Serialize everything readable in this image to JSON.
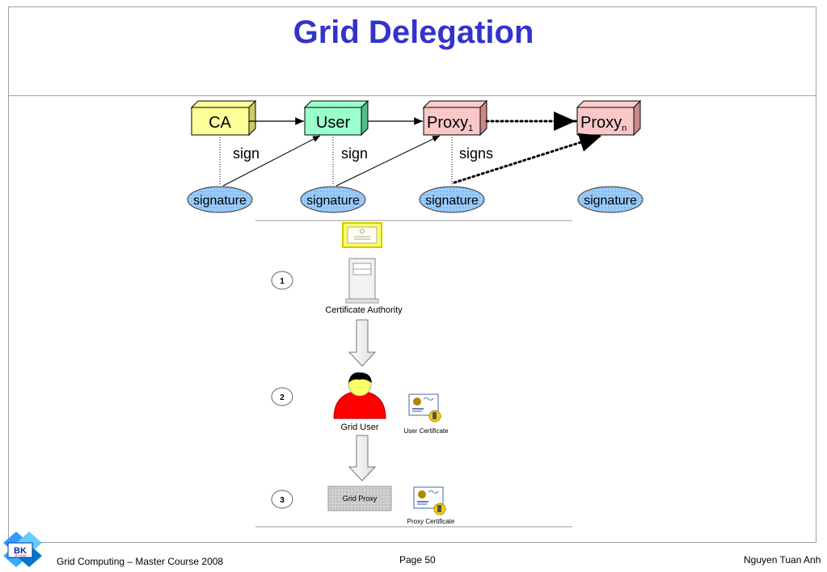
{
  "slide": {
    "title": "Grid Delegation"
  },
  "chain": {
    "ca": "CA",
    "user": "User",
    "proxy1": "Proxy",
    "proxy1_sub": "1",
    "proxyn": "Proxy",
    "proxyn_sub": "n",
    "sign1": "sign",
    "sign2": "sign",
    "signs": "signs",
    "signature": "signature"
  },
  "flow": {
    "step1": "1",
    "step2": "2",
    "step3": "3",
    "ca_label": "Certificate Authority",
    "user_label": "Grid User",
    "user_cert": "User Certificate",
    "proxy_label": "Grid Proxy",
    "proxy_cert": "Proxy Certificate"
  },
  "footer": {
    "course": "Grid Computing – Master Course  2008",
    "page": "Page 50",
    "author": "Nguyen Tuan Anh",
    "logo_text": "BK",
    "logo_sub": "TP. HCM"
  },
  "colors": {
    "title": "#3333cc",
    "ca_box": "#ffff99",
    "user_box": "#99ffcc",
    "proxy_box": "#ffcccc",
    "signature": "#99ccff",
    "person": "#ff0000"
  }
}
